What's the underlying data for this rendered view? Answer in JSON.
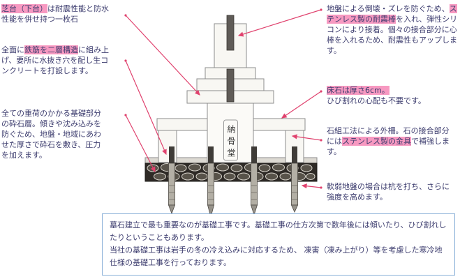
{
  "colors": {
    "text": "#3c3c6e",
    "highlight_pink": "#f799c1",
    "arrow_red": "#e0426e",
    "note_border_blue": "#8ab0d8",
    "stone_fill": "#f8f7f3",
    "stone_stroke": "#8c8c8c",
    "rod_dark": "#5f5b57",
    "gravel_band": "#2e2a26"
  },
  "annotations": {
    "left": [
      {
        "segments": [
          {
            "text": "芝台（下台）",
            "hl": true
          },
          {
            "text": "は耐震性能と防水性能を併せ持つ一枚石",
            "hl": false
          }
        ]
      },
      {
        "segments": [
          {
            "text": "全面に",
            "hl": false
          },
          {
            "text": "鉄筋を二層構造",
            "hl": true
          },
          {
            "text": "に組み上げ、要所に水抜き穴を配し生コンクリートを打設します。",
            "hl": false
          }
        ]
      },
      {
        "segments": [
          {
            "text": "全ての重荷のかかる基礎部分の砕石層。傾きや沈み込みを防ぐため、地盤・地域にあわせた厚さで砕石を敷き、圧力を加えます。",
            "hl": false
          }
        ]
      }
    ],
    "right": [
      {
        "segments": [
          {
            "text": "地盤による倒壊・ズレを防ぐため、",
            "hl": false
          },
          {
            "text": "ステンレス製の耐震棒",
            "hl": true
          },
          {
            "text": "を入れ、弾性シリコンにより接着。個々の接合部分に心棒を入れるため、耐震性もアップします。",
            "hl": false
          }
        ]
      },
      {
        "segments": [
          {
            "text": "床石は厚さ6cm。",
            "hl": true
          },
          {
            "text": "ひび割れの心配も不要です。",
            "hl": false
          }
        ]
      },
      {
        "segments": [
          {
            "text": "石組工法による外柵。石の接合部分には",
            "hl": false
          },
          {
            "text": "ステンレス製の金具",
            "hl": true
          },
          {
            "text": "で補強します。",
            "hl": false
          }
        ]
      },
      {
        "segments": [
          {
            "text": "軟弱地盤の場合は杭を打ち、さらに強度を高めます。",
            "hl": false
          }
        ]
      }
    ]
  },
  "monument": {
    "label": "納骨堂"
  },
  "note": {
    "lines": [
      "墓石建立で最も重要なのが基礎工事です。基礎工事の仕方次第で数年後には傾いたり、ひび割れしたりということもあります。",
      "当社の基礎工事は岩手の冬の冷え込みに対応するため、 凍害（凍み上がり）等を考慮した寒冷地仕様の基礎工事を行っております。"
    ]
  }
}
